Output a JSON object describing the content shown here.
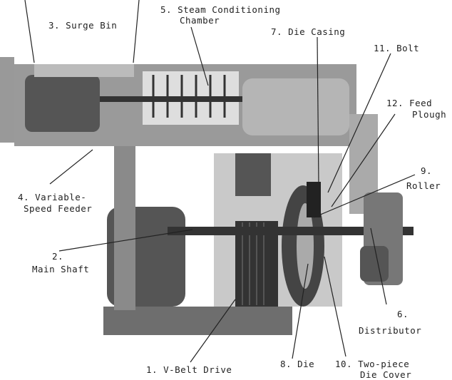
{
  "title": "Pellet mill cutaway",
  "labels": {
    "surge_bin": "3. Surge Bin",
    "steam_1": "5. Steam Conditioning",
    "steam_2": "Chamber",
    "die_casing": "7. Die Casing",
    "bolt": "11. Bolt",
    "feed_plough_1": "12. Feed",
    "feed_plough_2": "Plough",
    "roller_1": "9.",
    "roller_2": "Roller",
    "feeder_1": "4. Variable-",
    "feeder_2": "Speed Feeder",
    "main_shaft_1": "2.",
    "main_shaft_2": "Main Shaft",
    "distributor_1": "6.",
    "distributor_2": "Distributor",
    "vbelt": "1. V-Belt Drive",
    "die": "8. Die",
    "die_cover_1": "10. Two-piece",
    "die_cover_2": "Die Cover"
  }
}
